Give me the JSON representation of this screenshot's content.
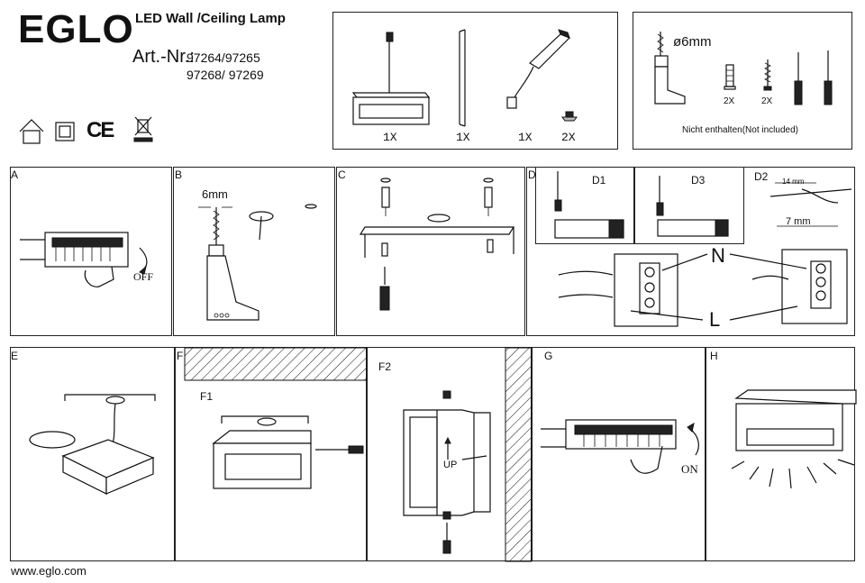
{
  "header": {
    "brand": "EGLO",
    "product_title": "LED Wall /Ceiling Lamp",
    "art_label": "Art.-Nr.:",
    "art_numbers_line1": "97264/97265",
    "art_numbers_line2": "97268/ 97269"
  },
  "certification_icons": [
    "indoor-house-icon",
    "class-ii-double-square-icon",
    "ce-mark-icon",
    "weee-crossed-bin-icon"
  ],
  "ce_text": "CE",
  "package_contents": [
    {
      "name": "lamp-icon",
      "qty": "1X"
    },
    {
      "name": "mounting-bracket-icon",
      "qty": "1X"
    },
    {
      "name": "led-driver-icon",
      "qty": "1X"
    },
    {
      "name": "screw-icon",
      "qty": "2X"
    }
  ],
  "tools": {
    "drill_size": "ø6mm",
    "dowel_qty": "2X",
    "screw_qty": "2X",
    "note": "Nicht enthalten(Not included)"
  },
  "steps": {
    "A": {
      "label": "A",
      "off": "OFF"
    },
    "B": {
      "label": "B",
      "drill": "6mm"
    },
    "C": {
      "label": "C"
    },
    "D": {
      "label": "D",
      "d1": "D1",
      "d3": "D3",
      "d2": "D2",
      "strip_14": "14 mm",
      "strip_7": "7 mm",
      "n": "N",
      "l": "L"
    },
    "E": {
      "label": "E"
    },
    "F": {
      "label": "F",
      "f1": "F1",
      "f2": "F2",
      "up": "UP"
    },
    "G": {
      "label": "G",
      "on": "ON"
    },
    "H": {
      "label": "H"
    }
  },
  "footer": {
    "url": "www.eglo.com"
  }
}
